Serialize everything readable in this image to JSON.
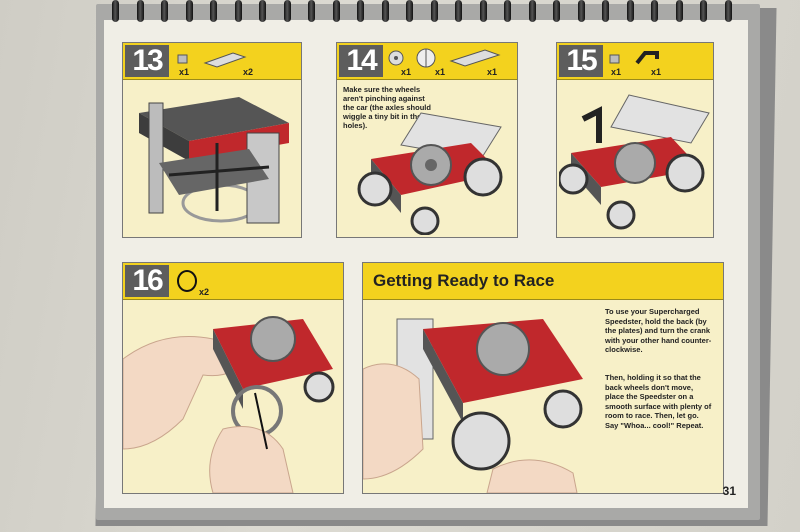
{
  "steps": [
    {
      "number": "13",
      "parts": [
        "x1",
        "x2"
      ]
    },
    {
      "number": "14",
      "parts": [
        "x1",
        "x1",
        "x1"
      ],
      "note": "Make sure the wheels aren't pinching against the car (the axles should wiggle a tiny bit in their holes)."
    },
    {
      "number": "15",
      "parts": [
        "x1",
        "x1"
      ]
    },
    {
      "number": "16",
      "parts": [
        "x2"
      ]
    }
  ],
  "race": {
    "title": "Getting Ready to Race",
    "paragraph1": "To use your Supercharged Speedster, hold the back (by the plates) and turn the crank with your other hand counter-clockwise.",
    "paragraph2": "Then, holding it so that the back wheels don't move, place the Speedster on a smooth surface with plenty of room to race. Then, let go. Say \"Whoa... cool!\" Repeat."
  },
  "page_number": "31",
  "colors": {
    "header_yellow": "#f3d21e",
    "panel_bg": "#f7f0c8",
    "brick_red": "#c0282c",
    "brick_gray": "#5a5a5a"
  }
}
